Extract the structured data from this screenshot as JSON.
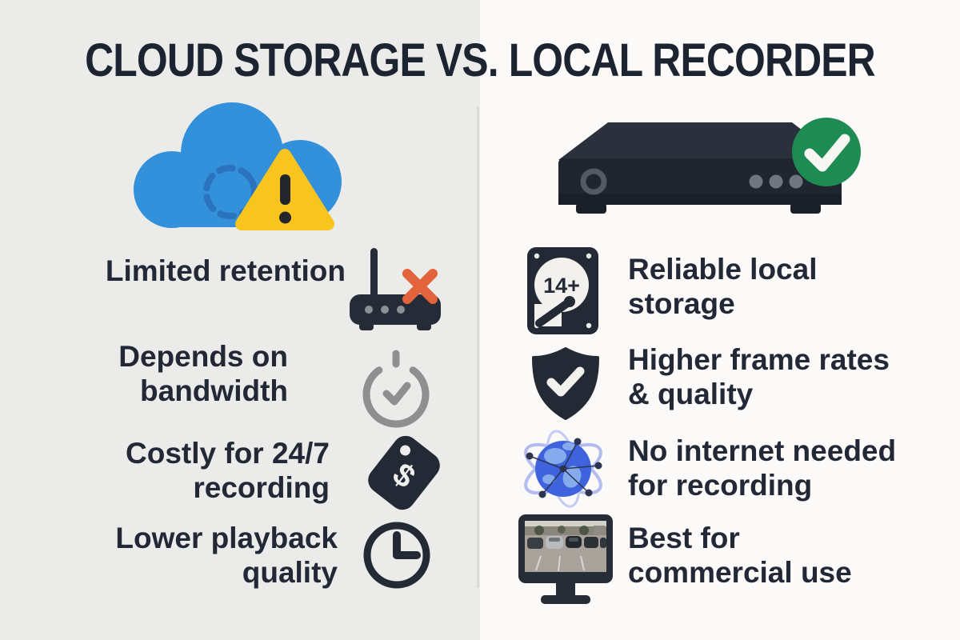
{
  "title": "CLOUD STORAGE VS. LOCAL RECORDER",
  "left": {
    "hero_icon": "cloud-sync-warning",
    "items": [
      {
        "lines": [
          "Limited retention"
        ],
        "icon": "router-offline"
      },
      {
        "lines": [
          "Depends on",
          "bandwidth"
        ],
        "icon": "timer"
      },
      {
        "lines": [
          "Costly for 24/7",
          "recording"
        ],
        "icon": "price-tag"
      },
      {
        "lines": [
          "Lower playback",
          "quality"
        ],
        "icon": "clock"
      }
    ]
  },
  "right": {
    "hero_icon": "dvr-recorder-with-check",
    "hdd_capacity_label": "14+",
    "price_tag_symbol": "$",
    "items": [
      {
        "lines": [
          "Reliable local",
          "storage"
        ],
        "icon": "hard-drive"
      },
      {
        "lines": [
          "Higher frame rates",
          "& quality"
        ],
        "icon": "shield-check"
      },
      {
        "lines": [
          "No internet needed",
          "for recording"
        ],
        "icon": "globe-network"
      },
      {
        "lines": [
          "Best for",
          "commercial use"
        ],
        "icon": "surveillance-monitor"
      }
    ]
  },
  "colors": {
    "left_bg": "#EBEBE9",
    "right_bg": "#FBFAF8",
    "text": "#222836",
    "icon_dark": "#242A35",
    "cloud_blue": "#3390DB",
    "warning_yellow": "#F7C51E",
    "check_green": "#1E8C52",
    "error_orange": "#E2633C",
    "timer_gray": "#8F8F8F",
    "globe_blue": "#3E63DC"
  }
}
